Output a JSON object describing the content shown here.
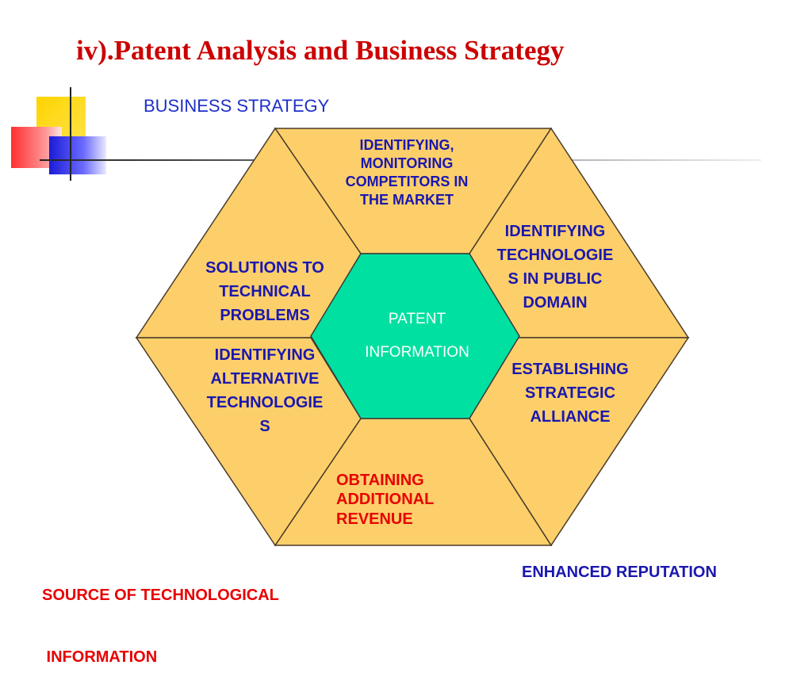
{
  "title": "iv).Patent Analysis and Business Strategy",
  "subtitle": "BUSINESS STRATEGY",
  "center": {
    "line1": "PATENT",
    "line2": "INFORMATION"
  },
  "segments": {
    "top": [
      "IDENTIFYING,",
      "MONITORING",
      "COMPETITORS IN",
      "THE MARKET"
    ],
    "upper_right": [
      "IDENTIFYING",
      "TECHNOLOGIE",
      "S IN PUBLIC",
      "DOMAIN"
    ],
    "upper_left": [
      "SOLUTIONS TO",
      "TECHNICAL",
      "PROBLEMS"
    ],
    "lower_left": [
      "IDENTIFYING",
      "ALTERNATIVE",
      "TECHNOLOGIE",
      "S"
    ],
    "lower_right": [
      "ESTABLISHING",
      "STRATEGIC",
      "ALLIANCE"
    ],
    "bottom": [
      "OBTAINING",
      "ADDITIONAL",
      "REVENUE"
    ]
  },
  "footer": {
    "left": [
      "SOURCE OF TECHNOLOGICAL",
      " INFORMATION"
    ],
    "right": "ENHANCED REPUTATION"
  },
  "colors": {
    "title": "#cc0000",
    "subtitle": "#1f2fc8",
    "segment_fill": "#fccf6a",
    "center_fill": "#00e0a0",
    "segment_text": "#1a17b0",
    "red_text": "#e80000",
    "deco_yellow": "#ffd400",
    "deco_blue": "#2222dd",
    "deco_red": "#ff4040"
  }
}
